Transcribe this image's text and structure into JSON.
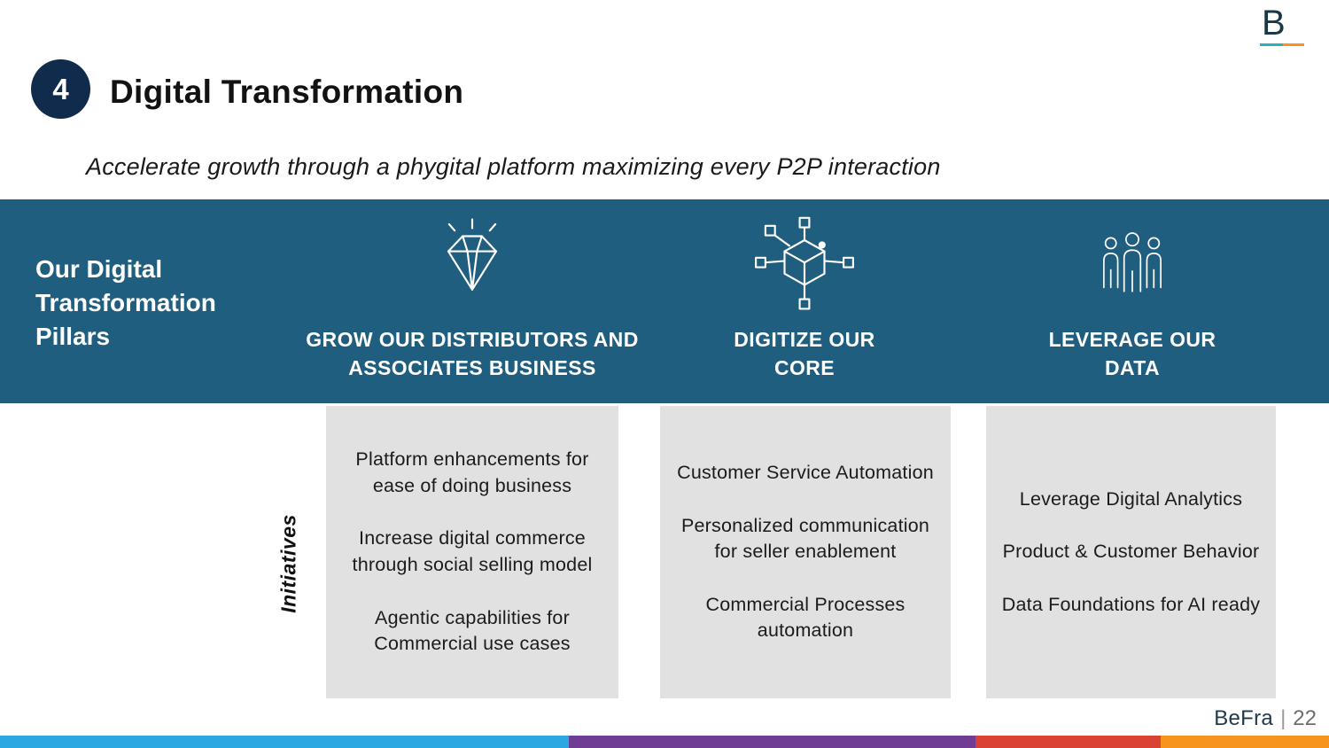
{
  "slide": {
    "number": "4",
    "title": "Digital Transformation",
    "subtitle": "Accelerate growth through a phygital platform maximizing every P2P interaction",
    "logo_letter": "B"
  },
  "banner": {
    "label": "Our Digital Transformation Pillars",
    "pillars": [
      {
        "icon": "diamond-icon",
        "title": "GROW OUR DISTRIBUTORS AND ASSOCIATES BUSINESS"
      },
      {
        "icon": "cube-network-icon",
        "title": "DIGITIZE OUR CORE"
      },
      {
        "icon": "people-icon",
        "title": "LEVERAGE OUR DATA"
      }
    ]
  },
  "initiatives": {
    "label": "Initiatives",
    "columns": [
      {
        "items": [
          "Platform enhancements for ease of doing business",
          "Increase digital commerce through social selling model",
          "Agentic capabilities for Commercial use cases"
        ]
      },
      {
        "items": [
          "Customer Service Automation",
          "Personalized communication for seller enablement",
          "Commercial Processes automation"
        ]
      },
      {
        "items": [
          "Leverage Digital Analytics",
          "Product & Customer Behavior",
          "Data Foundations for AI ready"
        ]
      }
    ]
  },
  "footer": {
    "brand": "BeFra",
    "separator": "|",
    "page_number": "22"
  },
  "colors": {
    "banner_teal": "#1f5e7e",
    "number_circle_navy": "#112b4d",
    "box_gray": "#e1e1e1",
    "stripe": [
      "#2ba8e0",
      "#6f3d94",
      "#da4334",
      "#f7941d"
    ],
    "logo_underline": [
      "#2ab0bd",
      "#f7941d"
    ]
  }
}
